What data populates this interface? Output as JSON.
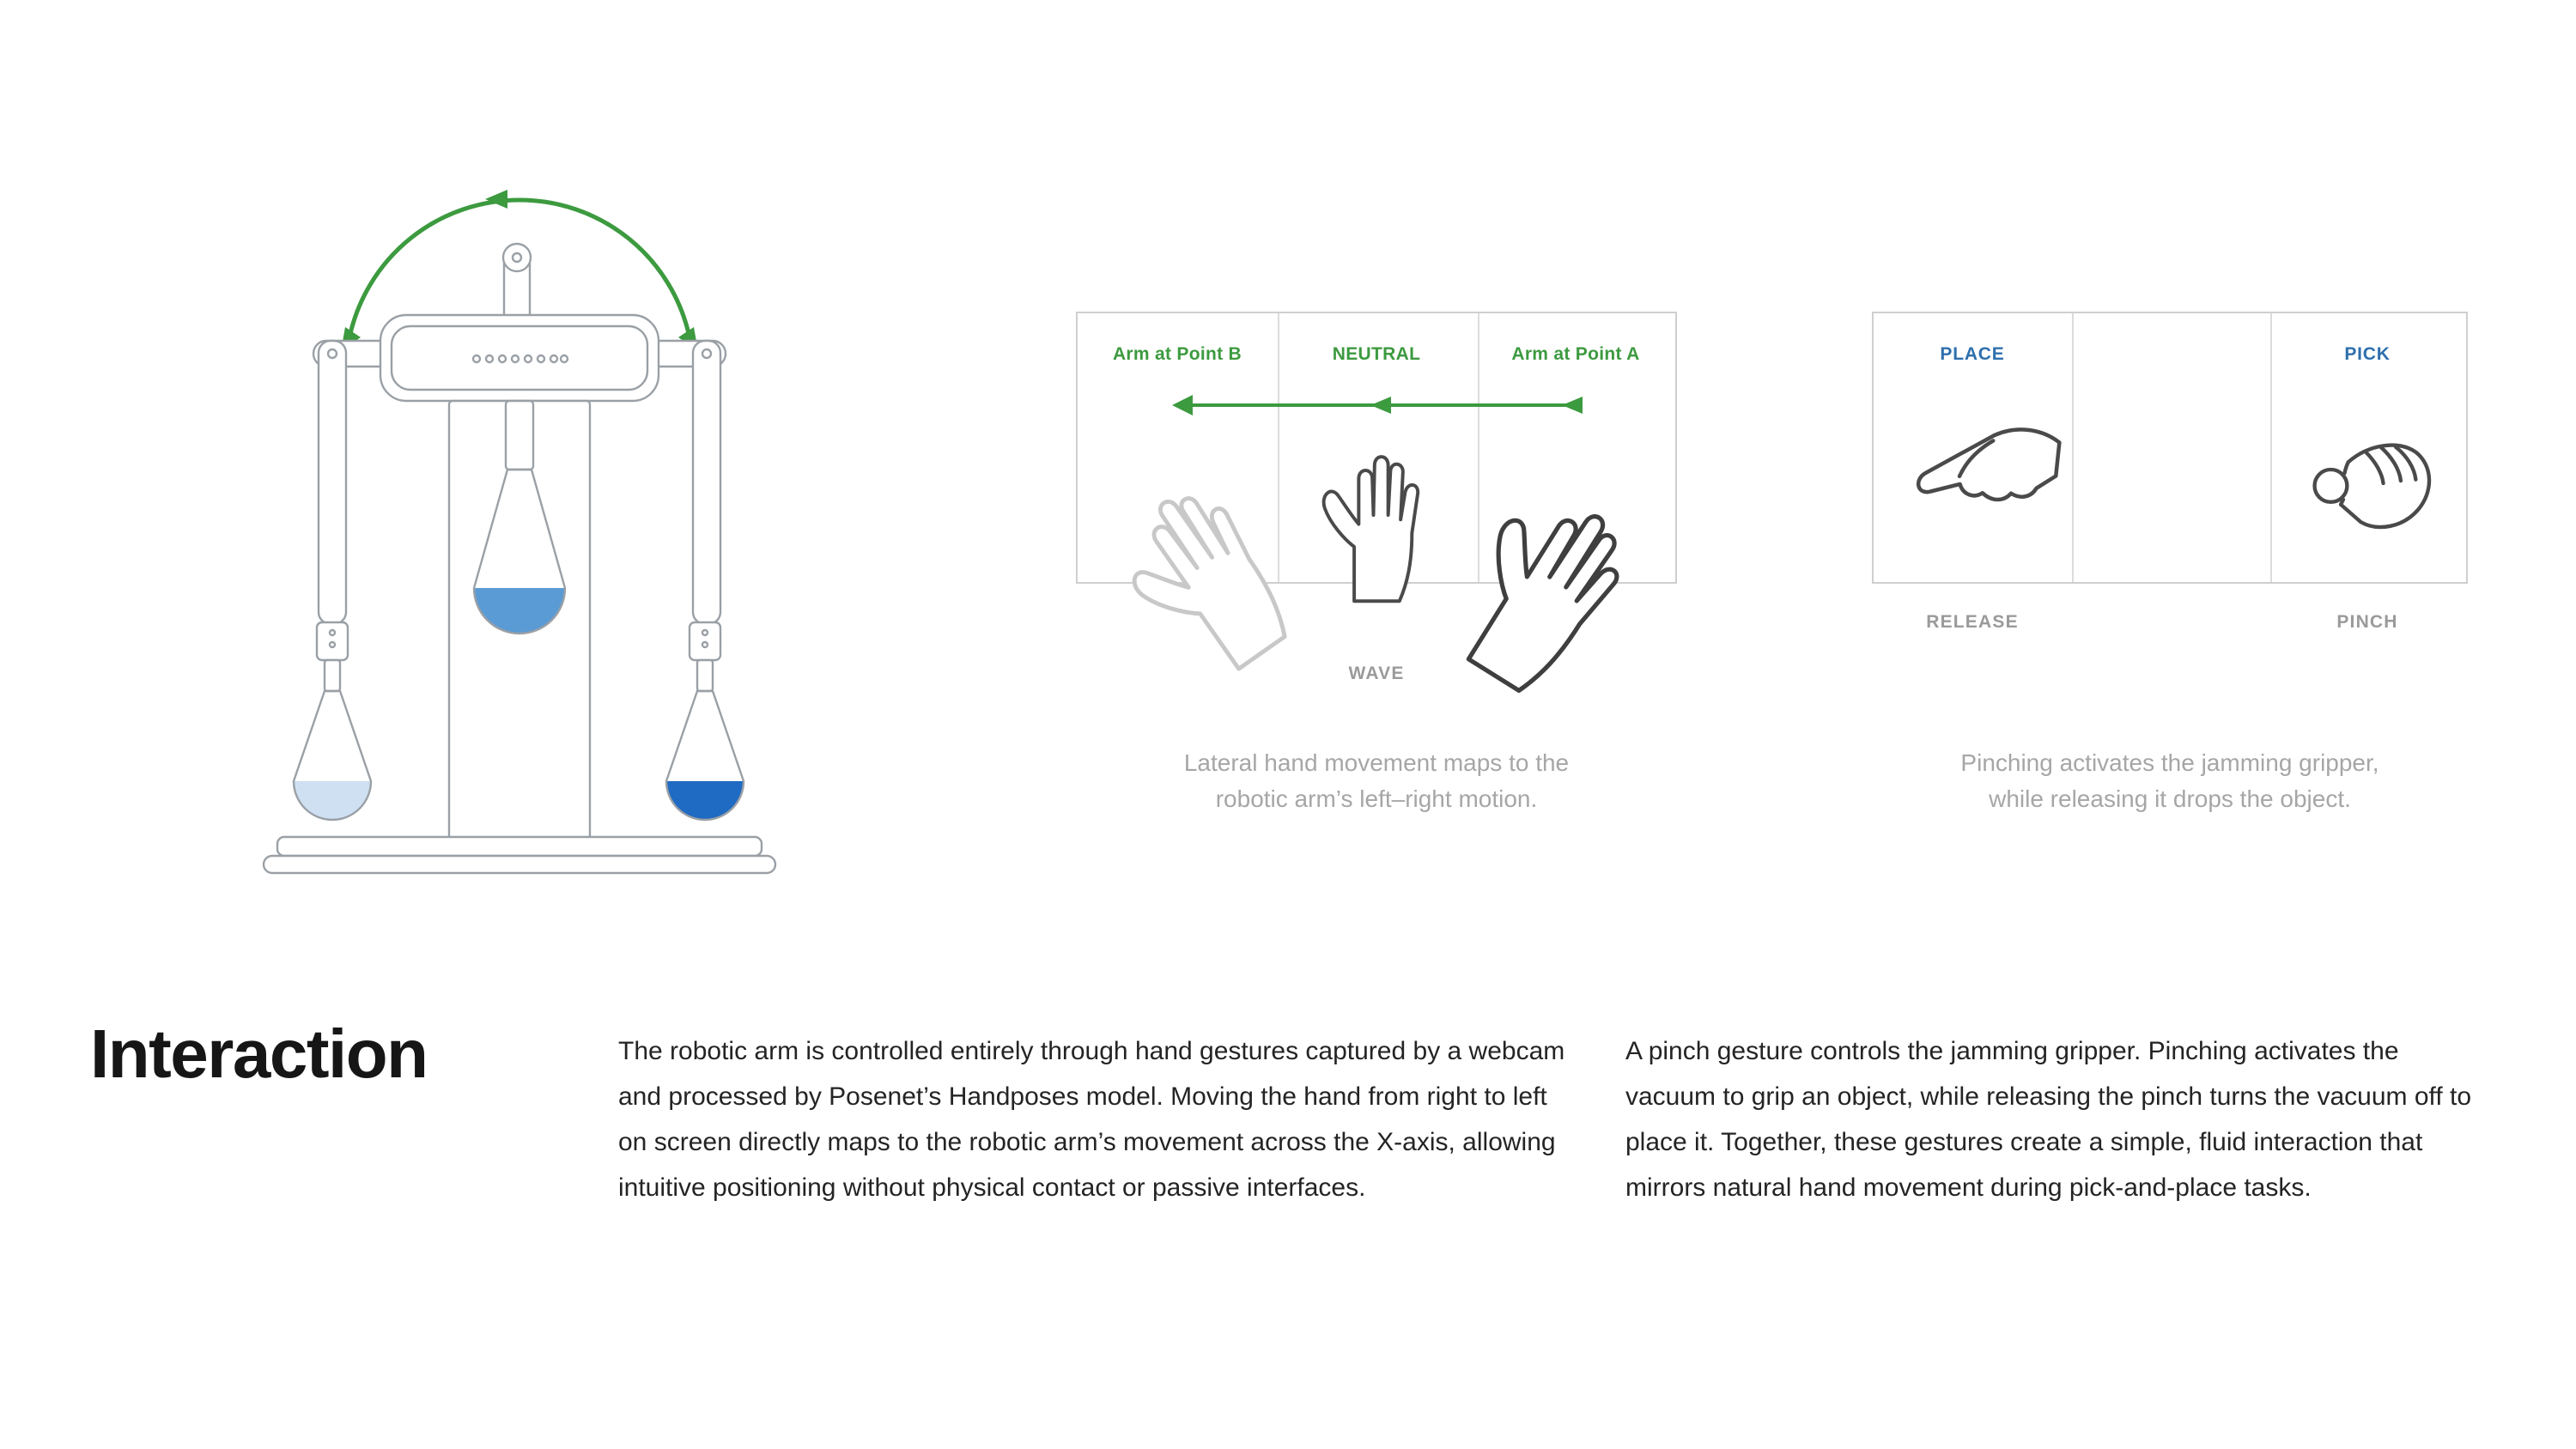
{
  "colors": {
    "accent_green": "#3c9a3f",
    "accent_blue": "#2e6fad",
    "caption_gray": "#a6a6a6",
    "label_gray": "#9a9a9a",
    "panel_border": "#cfcfcf",
    "flask_light_blue": "#cfe0f3",
    "flask_medium_blue": "#5b9bd5",
    "flask_dark_blue": "#1f6ac2"
  },
  "robot_figure": {
    "description": "hand-gesture controlled robotic arm with three flasks and rotation arc"
  },
  "wave_panel": {
    "labels": [
      "Arm at Point B",
      "NEUTRAL",
      "Arm at Point A"
    ],
    "gesture_label": "WAVE",
    "caption_line1": "Lateral hand movement maps to the",
    "caption_line2": "robotic arm’s left–right motion."
  },
  "pick_panel": {
    "label_place": "PLACE",
    "label_pick": "PICK",
    "label_release": "RELEASE",
    "label_pinch": "PINCH",
    "caption_line1": "Pinching activates the jamming gripper,",
    "caption_line2": "while releasing it drops the object."
  },
  "interaction_section": {
    "title": "Interaction",
    "paragraph_wave": "The robotic arm is controlled entirely through hand gestures captured by a webcam and processed by Posenet’s Handposes model. Moving the hand from right to left on screen directly maps to the robotic arm’s movement across the X-axis, allowing intuitive positioning without physical contact or passive interfaces.",
    "paragraph_pinch": "A pinch gesture controls the jamming gripper. Pinching activates the vacuum to grip an object, while releasing the pinch turns the vacuum off to place it. Together, these gestures create a simple, fluid interaction that mirrors natural hand movement during pick-and-place tasks."
  }
}
